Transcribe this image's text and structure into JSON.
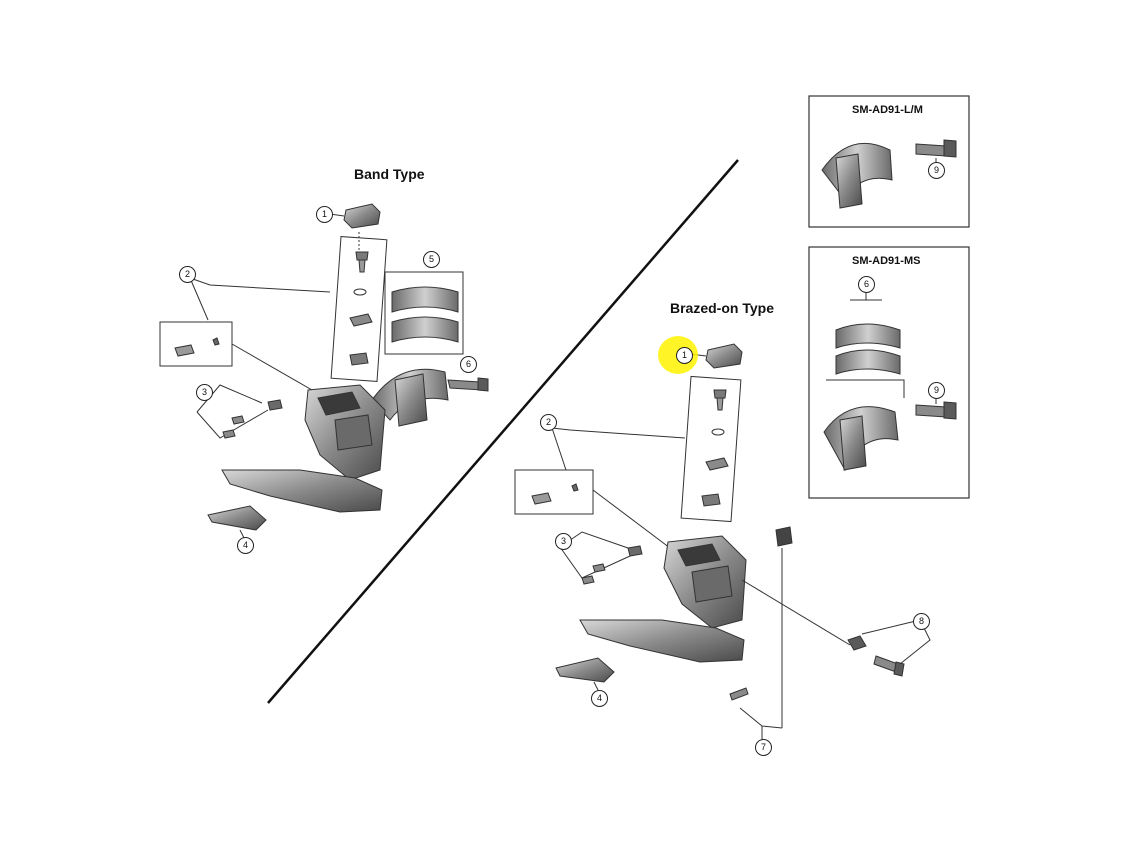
{
  "titles": {
    "band": "Band Type",
    "brazed": "Brazed-on Type"
  },
  "boxes": {
    "lm": "SM-AD91-L/M",
    "ms": "SM-AD91-MS"
  },
  "callouts": {
    "band_1": "1",
    "band_2": "2",
    "band_3": "3",
    "band_4": "4",
    "band_5": "5",
    "band_6": "6",
    "brazed_1": "1",
    "brazed_2": "2",
    "brazed_3": "3",
    "brazed_4": "4",
    "brazed_7": "7",
    "brazed_8": "8",
    "lm_9": "9",
    "ms_6": "6",
    "ms_9": "9"
  },
  "colors": {
    "line": "#222222",
    "part_dark": "#5a5a5a",
    "part_mid": "#8c8c8c",
    "part_light": "#c8c8c8",
    "highlight": "#fff200"
  }
}
